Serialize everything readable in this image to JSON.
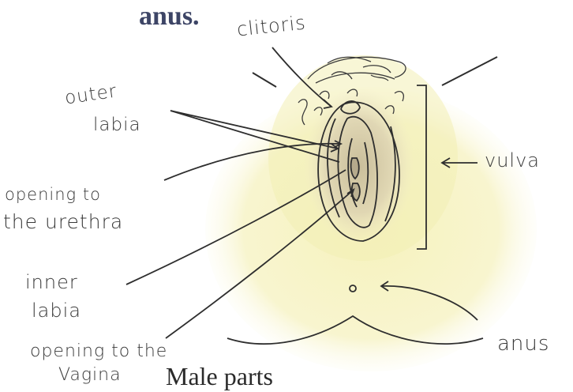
{
  "header_fragment": "anus.",
  "footer_fragment": "Male                  parts",
  "labels": {
    "clitoris": "clitoris",
    "outer_labia_1": "outer",
    "outer_labia_2": "labia",
    "urethra_1": "opening to",
    "urethra_2": "the urethra",
    "inner_labia_1": "inner",
    "inner_labia_2": "labia",
    "vagina_1": "opening to the",
    "vagina_2": "Vagina",
    "vulva": "vulva",
    "anus": "anus"
  },
  "colors": {
    "ink": "#2e2e2e",
    "skin_yellow": "#f3efb4",
    "shadow_brown": "#c8b89a",
    "heading": "#3d4566"
  }
}
